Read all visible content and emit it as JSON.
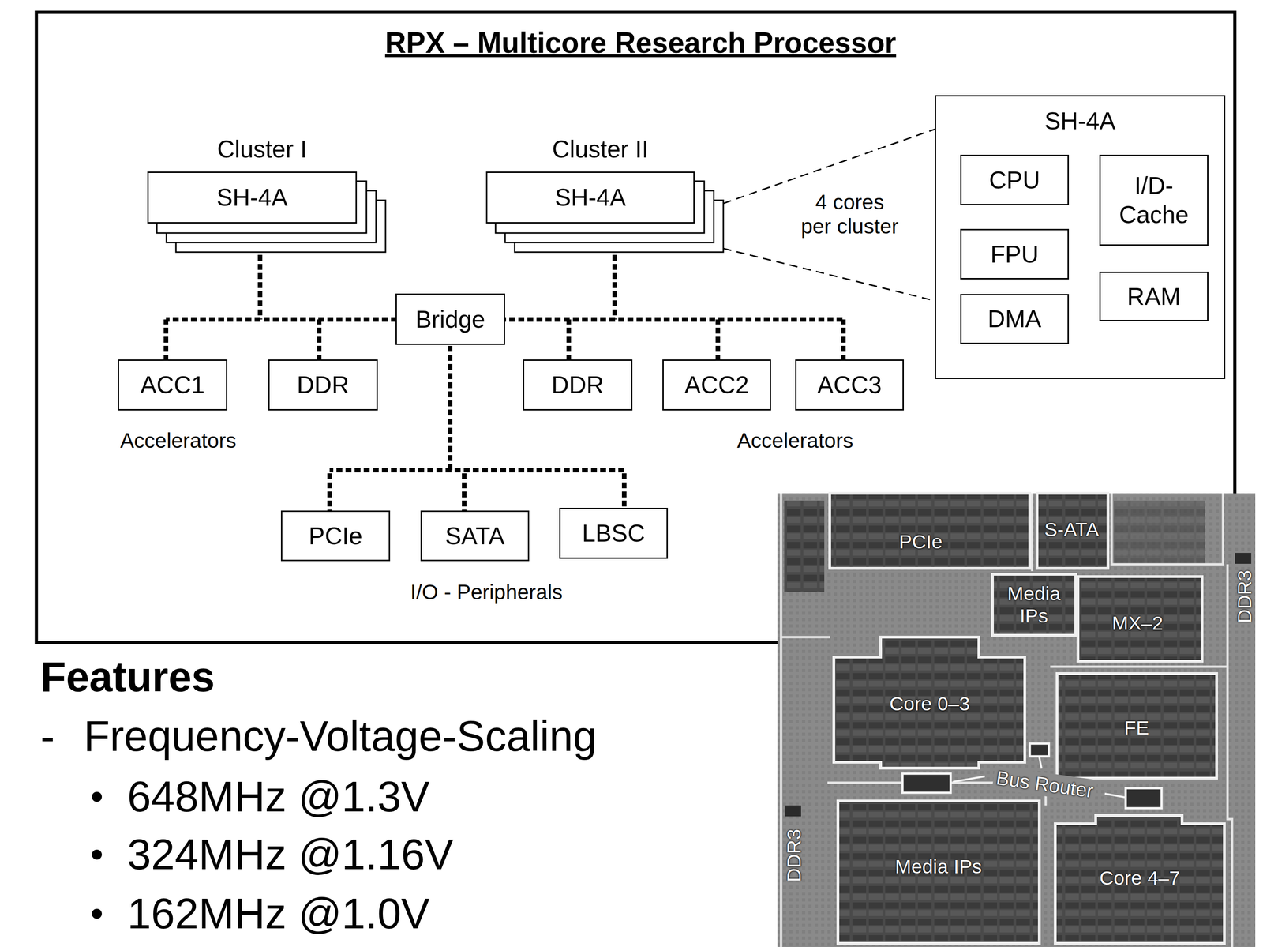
{
  "diagram": {
    "title": "RPX – Multicore Research Processor",
    "nodes": [
      {
        "text": [
          "Cluster I",
          "SH-4A"
        ]
      },
      {
        "text": [
          "Cluster II",
          "SH-4A"
        ]
      },
      {
        "text": [
          "SH-4A"
        ]
      },
      {
        "text": [
          "CPU"
        ],
        "in": 2
      },
      {
        "text": [
          "I/D-Cache"
        ],
        "in": 2
      },
      {
        "text": [
          "FPU"
        ],
        "in": 2
      },
      {
        "text": [
          "RAM"
        ],
        "in": 2
      },
      {
        "text": [
          "DMA"
        ],
        "in": 2
      },
      {
        "text": [
          "Bridge"
        ]
      },
      {
        "text": [
          "ACC1"
        ]
      },
      {
        "text": [
          "DDR"
        ]
      },
      {
        "text": [
          "DDR"
        ]
      },
      {
        "text": [
          "ACC2"
        ]
      },
      {
        "text": [
          "ACC3"
        ]
      },
      {
        "text": [
          "PCIe"
        ]
      },
      {
        "text": [
          "SATA"
        ]
      },
      {
        "text": [
          "LBSC"
        ]
      }
    ],
    "edges": [
      {
        "from": 0,
        "to": 9,
        "arrow": "none"
      },
      {
        "from": 0,
        "to": 10,
        "arrow": "none"
      },
      {
        "from": 0,
        "to": 8,
        "arrow": "none"
      },
      {
        "from": 1,
        "to": 8,
        "arrow": "none"
      },
      {
        "from": 1,
        "to": 11,
        "arrow": "none"
      },
      {
        "from": 1,
        "to": 12,
        "arrow": "none"
      },
      {
        "from": 1,
        "to": 13,
        "arrow": "none"
      },
      {
        "from": 8,
        "to": 14,
        "arrow": "none"
      },
      {
        "from": 8,
        "to": 15,
        "arrow": "none"
      },
      {
        "from": 8,
        "to": 16,
        "arrow": "none"
      },
      {
        "from": 1,
        "to": 2,
        "arrow": "none"
      }
    ],
    "labels": [
      "4 cores per cluster",
      "Accelerators",
      "Accelerators",
      "I/O - Peripherals",
      "Features",
      "-",
      "Frequency-Voltage-Scaling",
      "648MHz @1.3V",
      "324MHz @1.16V",
      "162MHz @1.0V",
      "PCIe",
      "S-ATA",
      "Media IPs",
      "MX–2",
      "Core 0–3",
      "FE",
      "Bus Router",
      "Media IPs",
      "Core 4–7",
      "DDR3",
      "DDR3"
    ]
  }
}
